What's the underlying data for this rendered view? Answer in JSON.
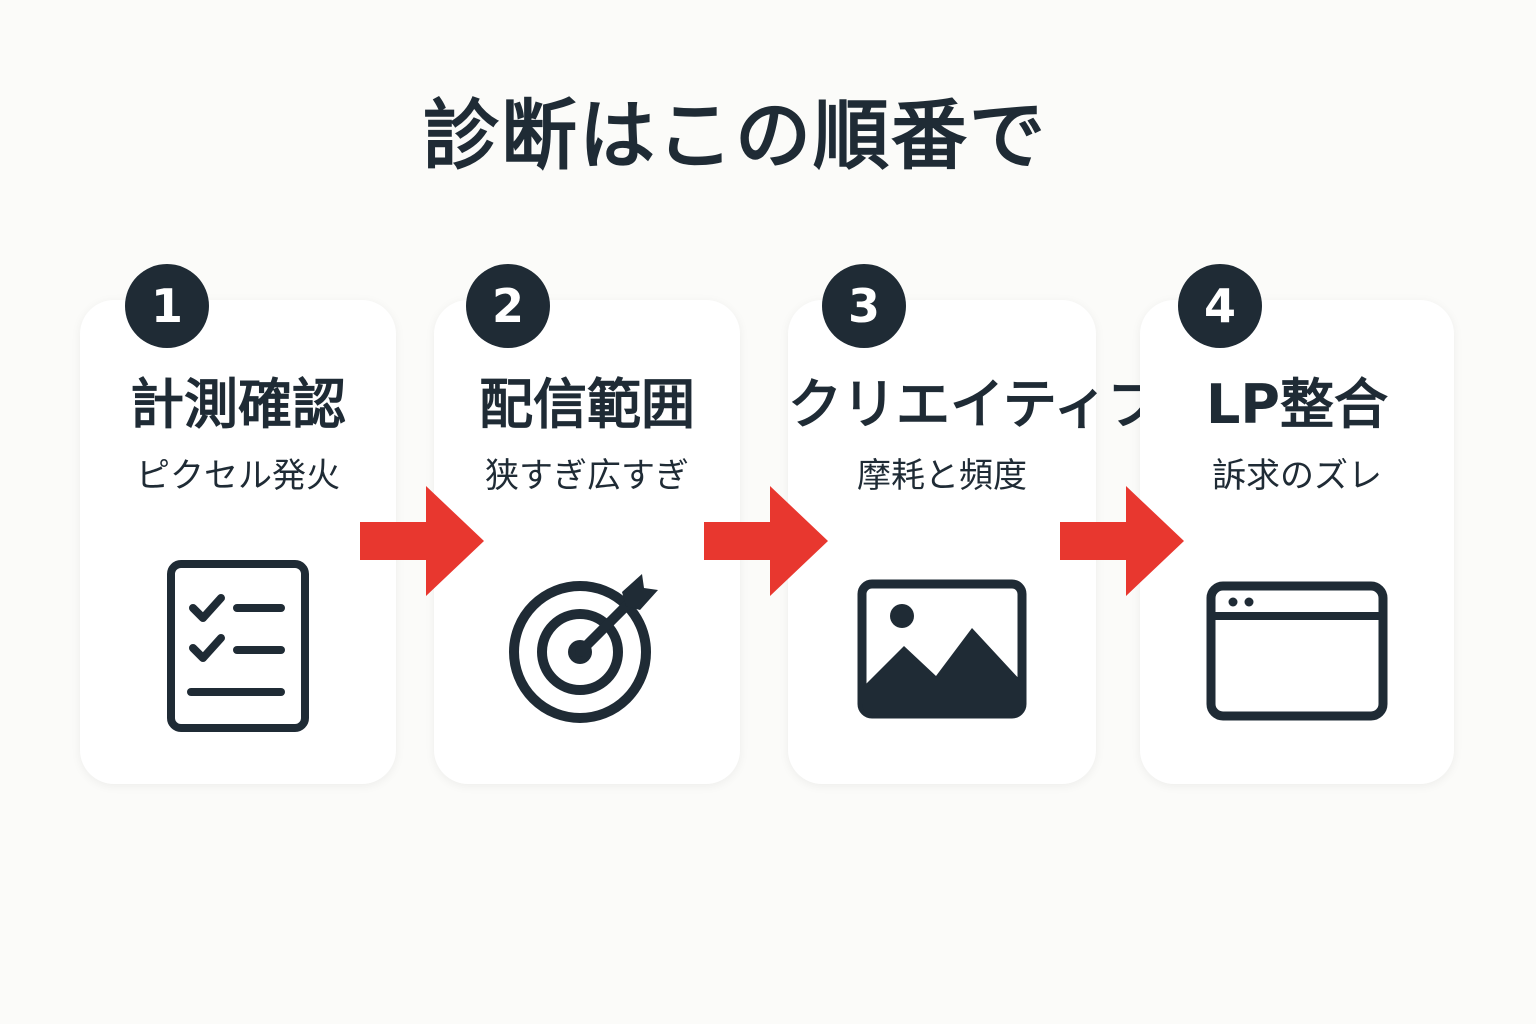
{
  "title": "診断はこの順番で",
  "colors": {
    "dark": "#1f2b35",
    "arrow": "#e8372f",
    "card": "#ffffff",
    "background": "#fbfbf9"
  },
  "steps": [
    {
      "number": "1",
      "title": "計測確認",
      "subtitle": "ピクセル発火",
      "icon": "checklist-icon"
    },
    {
      "number": "2",
      "title": "配信範囲",
      "subtitle": "狭すぎ広すぎ",
      "icon": "target-icon"
    },
    {
      "number": "3",
      "title": "クリエイティブ",
      "subtitle": "摩耗と頻度",
      "icon": "image-icon"
    },
    {
      "number": "4",
      "title": "LP整合",
      "subtitle": "訴求のズレ",
      "icon": "browser-window-icon"
    }
  ]
}
